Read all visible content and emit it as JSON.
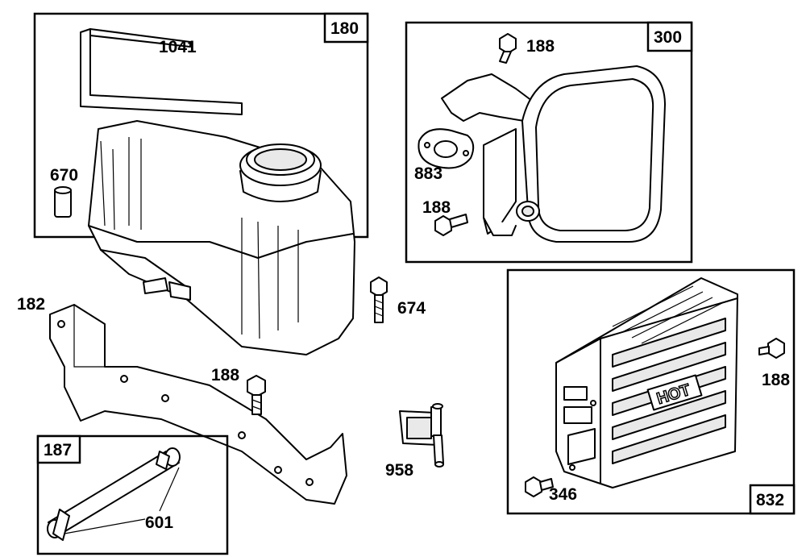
{
  "callouts": {
    "fuel_tank_kit": "180",
    "tank_bracket": "1041",
    "spacer": "670",
    "tank_support": "182",
    "tank_screw": "674",
    "tank_support_screw": "188",
    "fuel_line_kit": "187",
    "clamp": "601",
    "shutoff_valve": "958",
    "muffler_kit": "300",
    "muffler_top_screw": "188",
    "gasket": "883",
    "muffler_bottom_screw": "188",
    "guard_kit": "832",
    "guard_screw_right": "188",
    "guard_screw_left": "346",
    "guard_marking": "HOT"
  }
}
